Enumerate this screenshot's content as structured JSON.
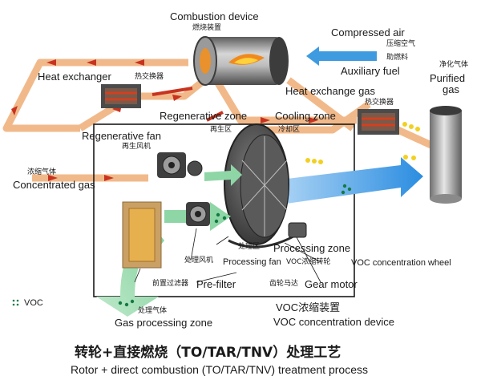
{
  "components": {
    "combustion_device": {
      "en": "Combustion device",
      "cn": "燃烧装置"
    },
    "compressed_air": {
      "en": "Compressed air",
      "cn": "压缩空气"
    },
    "auxiliary_fuel": {
      "en": "Auxiliary fuel",
      "cn": "助燃料"
    },
    "heat_exchanger_left": {
      "en": "Heat exchanger",
      "cn": "热交换器"
    },
    "heat_exchange_gas": {
      "en": "Heat exchange gas",
      "cn": "热交换器"
    },
    "purified_gas": {
      "en_line1": "Purified",
      "en_line2": "gas",
      "cn": "净化气体"
    },
    "regenerative_zone": {
      "en": "Regenerative zone",
      "cn": "再生区"
    },
    "cooling_zone": {
      "en": "Cooling zone",
      "cn": "冷却区"
    },
    "regenerative_fan": {
      "en": "Regenerative fan",
      "cn": "再生风机"
    },
    "concentrated_gas": {
      "en": "Concentrated gas",
      "cn": "浓缩气体"
    },
    "processing_zone": {
      "en": "Processing zone",
      "cn": "处理区"
    },
    "processing_fan": {
      "en": "Processing fan",
      "cn": "处理风机"
    },
    "voc_wheel": {
      "en": "VOC concentration wheel",
      "cn": "VOC浓缩转轮"
    },
    "pre_filter": {
      "en": "Pre-filter",
      "cn": "前置过滤器"
    },
    "gear_motor": {
      "en": "Gear motor",
      "cn": "齿轮马达"
    },
    "gas_processing_zone": {
      "en": "Gas processing zone",
      "cn": "处理气体"
    },
    "voc_device": {
      "en": "VOC concentration device",
      "cn": "VOC浓缩装置"
    }
  },
  "legend": {
    "voc": "VOC"
  },
  "title": {
    "cn": "转轮+直接燃烧（TO/TAR/TNV）处理工艺",
    "en": "Rotor + direct combustion (TO/TAR/TNV) treatment process"
  },
  "colors": {
    "duct_orange": "#f1b98a",
    "flow_red": "#c8331f",
    "flow_green": "#8fd6a6",
    "flow_blue": "#3e9be0",
    "voc_dot": "#157a44",
    "yellow_dot": "#f2d022",
    "burner_fire": "#f08a1c"
  }
}
